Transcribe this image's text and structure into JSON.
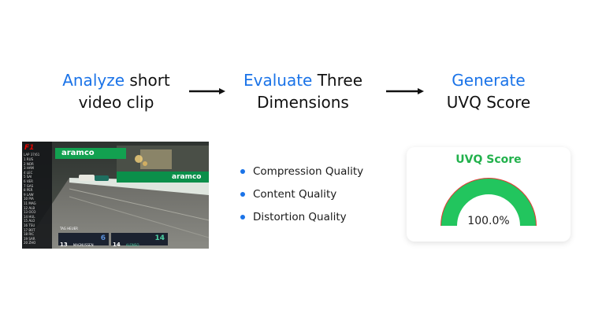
{
  "steps": [
    {
      "accent": "Analyze",
      "rest1": " short",
      "line2": "video clip"
    },
    {
      "accent": "Evaluate",
      "rest1": " Three",
      "line2": "Dimensions"
    },
    {
      "accent": "Generate",
      "rest1": "",
      "line2": "UVQ Score"
    }
  ],
  "dimensions": [
    "Compression Quality",
    "Content Quality",
    "Distortion Quality"
  ],
  "score": {
    "title": "UVQ Score",
    "value_label": "100.0%",
    "value_fraction": 1.0
  },
  "video": {
    "logo": "F1",
    "sponsor": "aramco",
    "timing_label": "LAP 37/61",
    "timing_rows": [
      "RUS",
      "NOR",
      "HAM",
      "LEC",
      "SAI",
      "VER",
      "GAS",
      "PER",
      "LAW",
      "PIA",
      "MAG",
      "ALB",
      "OCO",
      "HUL",
      "ALO",
      "TSU",
      "BOT",
      "RIC",
      "SAR",
      "ZHO"
    ],
    "tag": "TAG HEUER",
    "driver1": {
      "pos": "13",
      "name": "MAGNUSSEN",
      "num": "6"
    },
    "driver2": {
      "pos": "14",
      "name": "ALONSO",
      "num": "14"
    }
  },
  "colors": {
    "accent": "#1a73e8",
    "gauge": "#22c55e",
    "gauge_track": "#e53935",
    "score_title": "#22b14c"
  }
}
